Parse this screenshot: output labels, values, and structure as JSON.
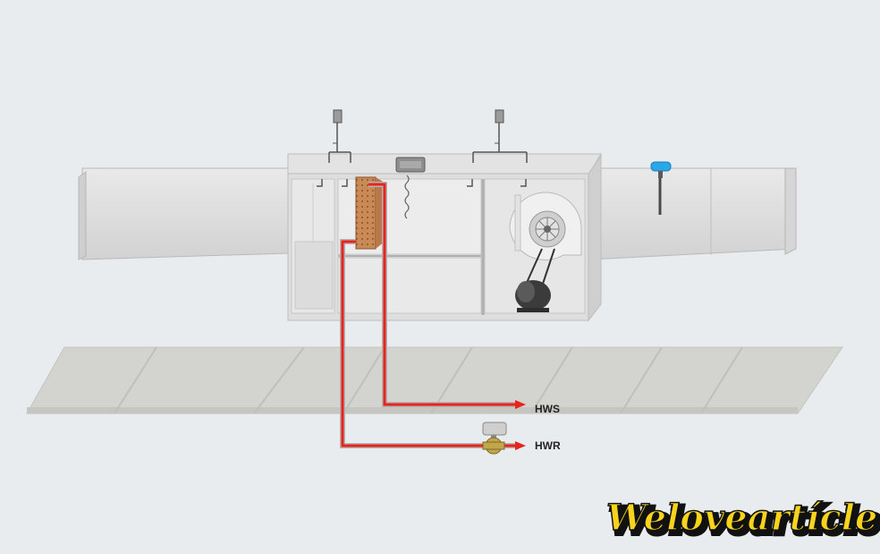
{
  "labels": {
    "hws": "HWS",
    "hwr": "HWR"
  },
  "watermark": {
    "text": "Weloveartícle",
    "fill": "#f7d31c",
    "stroke": "#111111"
  },
  "colors": {
    "background": "#e8ecef",
    "hot_water_pipe": "#e8221c",
    "unit_body": "#dedede",
    "floor": "#d3d3cf",
    "coil": "#c98a55",
    "sensor_cap": "#2aa7e8"
  },
  "components": {
    "hvac_unit": "air-handling-unit",
    "heating_coil": "heating-coil",
    "supply_fan": "centrifugal-fan",
    "fan_motor": "motor",
    "control_valve": "control-valve",
    "duct_sensor": "duct-sensor",
    "pressure_switches": "differential-pressure-switch"
  }
}
